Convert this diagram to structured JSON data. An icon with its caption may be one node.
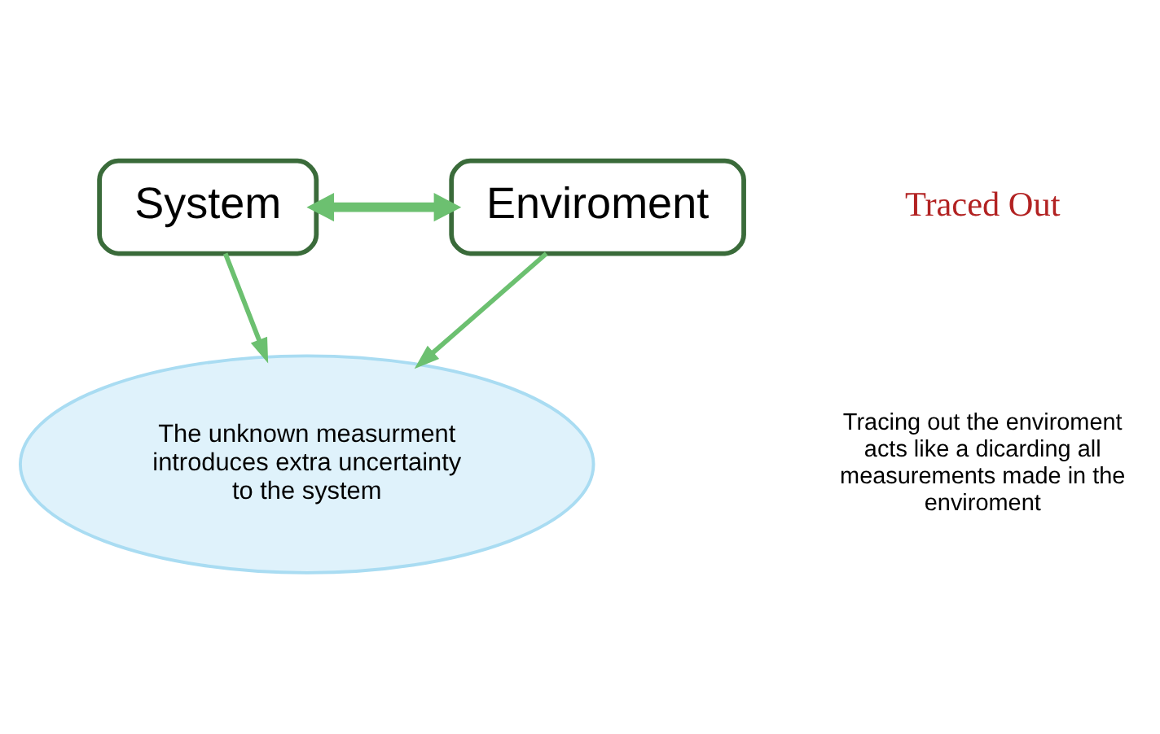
{
  "diagram": {
    "nodes": [
      {
        "text": [
          "System"
        ]
      },
      {
        "text": [
          "Enviroment"
        ]
      },
      {
        "text": [
          "The unknown measurment introduces extra uncertainty to the system"
        ]
      }
    ],
    "edges": [
      {
        "from": 0,
        "to": 1,
        "arrow": "both",
        "style": "thick"
      },
      {
        "from": 0,
        "to": 2,
        "arrow": "to"
      },
      {
        "from": 1,
        "to": 2,
        "arrow": "to"
      }
    ],
    "labels": [
      "Traced Out",
      "Tracing out the enviroment acts like a dicarding all measurements made in the enviroment"
    ]
  }
}
